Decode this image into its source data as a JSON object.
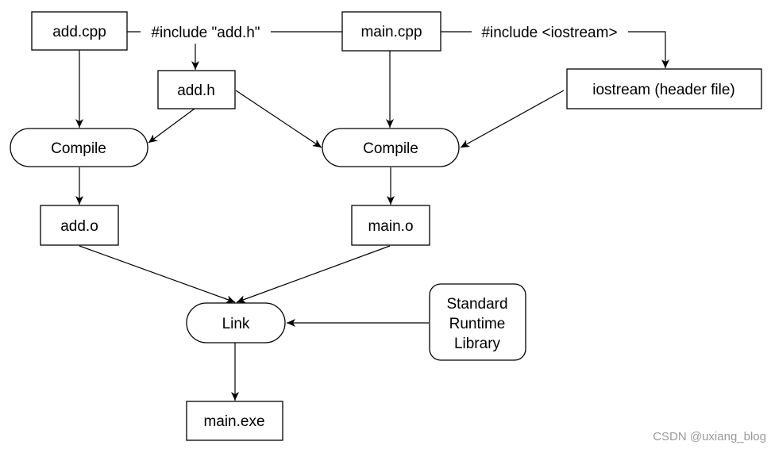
{
  "nodes": {
    "add_cpp": "add.cpp",
    "add_h": "add.h",
    "main_cpp": "main.cpp",
    "iostream": "iostream (header file)",
    "compile_left": "Compile",
    "compile_right": "Compile",
    "add_o": "add.o",
    "main_o": "main.o",
    "link": "Link",
    "runtime_line1": "Standard",
    "runtime_line2": "Runtime",
    "runtime_line3": "Library",
    "main_exe": "main.exe"
  },
  "edge_labels": {
    "include_add_h": "#include \"add.h\"",
    "include_iostream": "#include <iostream>"
  },
  "watermark": "CSDN @uxiang_blog"
}
